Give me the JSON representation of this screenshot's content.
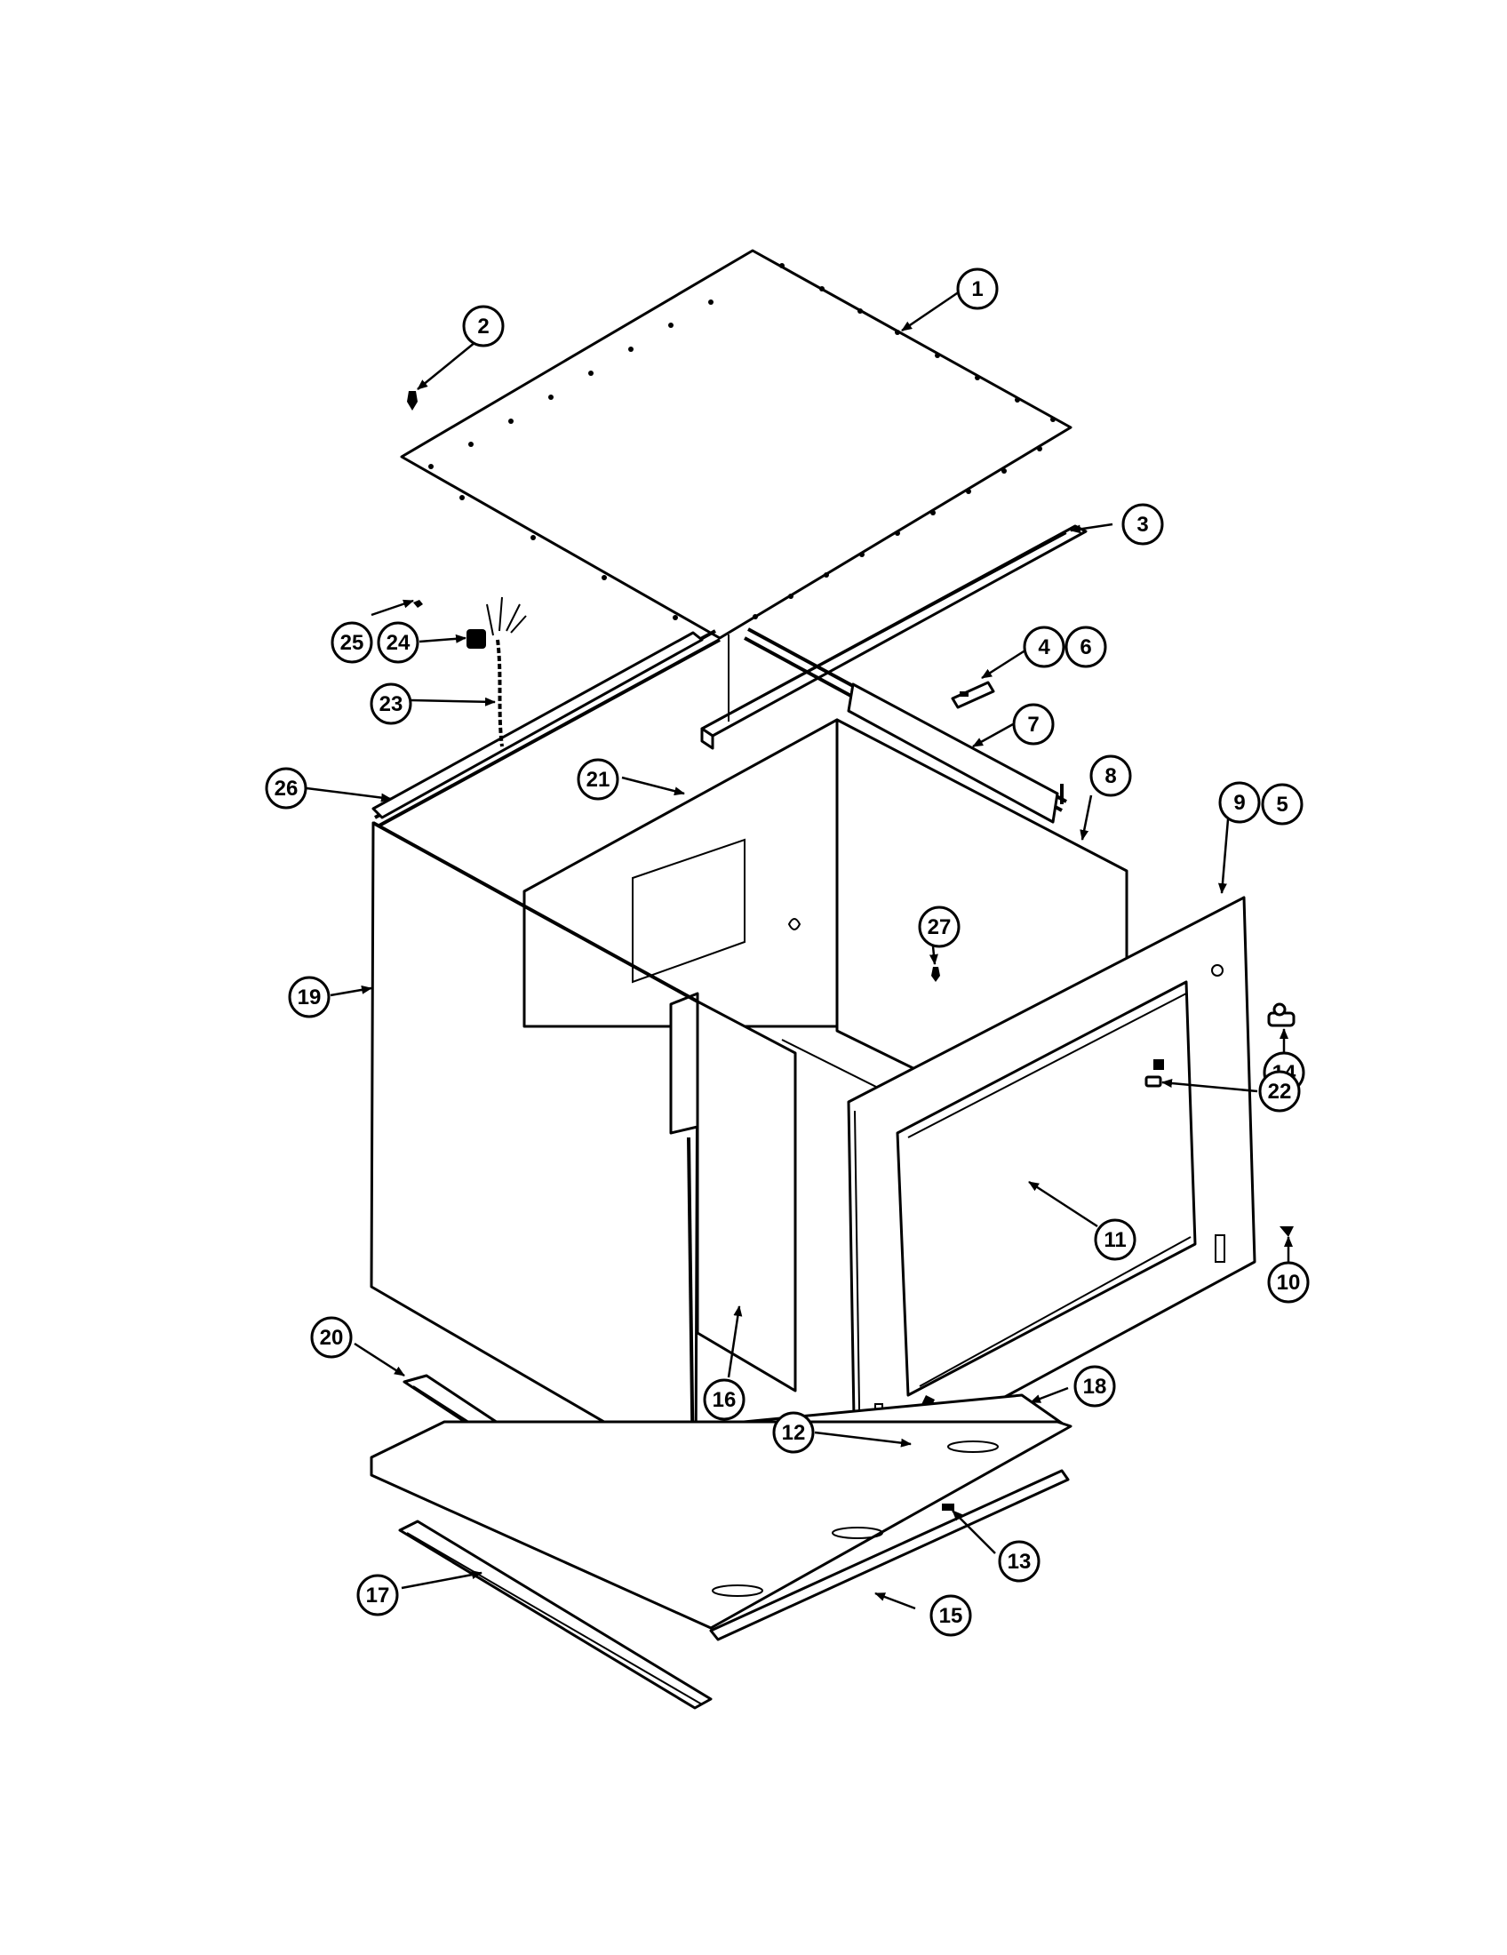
{
  "callouts": [
    {
      "id": "c1",
      "label": "1"
    },
    {
      "id": "c2",
      "label": "2"
    },
    {
      "id": "c3",
      "label": "3"
    },
    {
      "id": "c4",
      "label": "4"
    },
    {
      "id": "c6",
      "label": "6"
    },
    {
      "id": "c7",
      "label": "7"
    },
    {
      "id": "c8",
      "label": "8"
    },
    {
      "id": "c9",
      "label": "9"
    },
    {
      "id": "c5",
      "label": "5"
    },
    {
      "id": "c10",
      "label": "10"
    },
    {
      "id": "c11",
      "label": "11"
    },
    {
      "id": "c12",
      "label": "12"
    },
    {
      "id": "c13",
      "label": "13"
    },
    {
      "id": "c14",
      "label": "14"
    },
    {
      "id": "c15",
      "label": "15"
    },
    {
      "id": "c16",
      "label": "16"
    },
    {
      "id": "c17",
      "label": "17"
    },
    {
      "id": "c18",
      "label": "18"
    },
    {
      "id": "c19",
      "label": "19"
    },
    {
      "id": "c20",
      "label": "20"
    },
    {
      "id": "c21",
      "label": "21"
    },
    {
      "id": "c22",
      "label": "22"
    },
    {
      "id": "c23",
      "label": "23"
    },
    {
      "id": "c24",
      "label": "24"
    },
    {
      "id": "c25",
      "label": "25"
    },
    {
      "id": "c26",
      "label": "26"
    },
    {
      "id": "c27",
      "label": "27"
    }
  ]
}
